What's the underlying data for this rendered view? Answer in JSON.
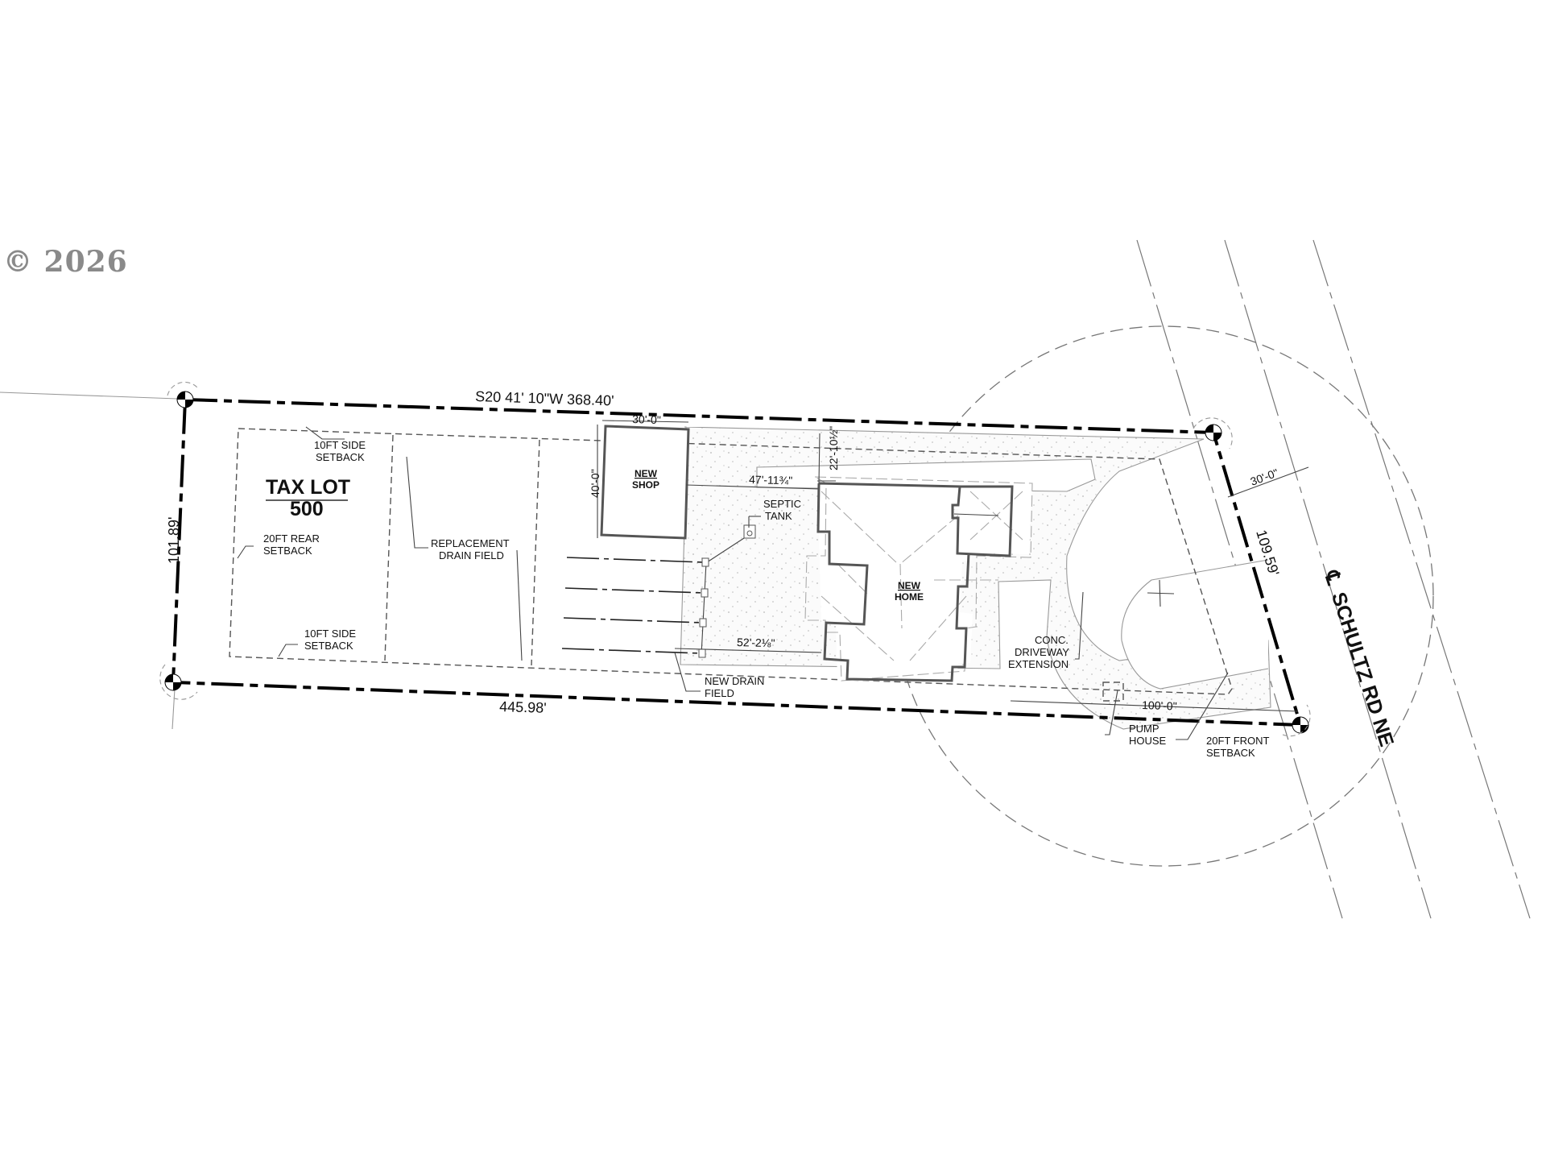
{
  "copyright": "© 2026",
  "tax_lot": {
    "title": "TAX LOT",
    "number": "500"
  },
  "boundaries": {
    "north": "S20 41' 10\"W 368.40'",
    "south": "445.98'",
    "west": "101.89'",
    "east": "109.59'"
  },
  "road": {
    "centerline_symbol": "℄",
    "name": "SCHULTZ RD NE"
  },
  "labels": {
    "side_setback_top_1": "10FT SIDE",
    "side_setback_top_2": "SETBACK",
    "rear_setback_1": "20FT REAR",
    "rear_setback_2": "SETBACK",
    "side_setback_bottom_1": "10FT SIDE",
    "side_setback_bottom_2": "SETBACK",
    "replacement_drain_1": "REPLACEMENT",
    "replacement_drain_2": "DRAIN FIELD",
    "septic_1": "SEPTIC",
    "septic_2": "TANK",
    "new_drain_1": "NEW DRAIN",
    "new_drain_2": "FIELD",
    "driveway_1": "CONC.",
    "driveway_2": "DRIVEWAY",
    "driveway_3": "EXTENSION",
    "pump_1": "PUMP",
    "pump_2": "HOUSE",
    "front_setback_1": "20FT FRONT",
    "front_setback_2": "SETBACK"
  },
  "buildings": {
    "shop_1": "NEW",
    "shop_2": "SHOP",
    "home_1": "NEW",
    "home_2": "HOME"
  },
  "dimensions": {
    "shop_width": "30'-0\"",
    "shop_depth": "40'-0\"",
    "shop_to_home": "47'-11¾\"",
    "home_to_north": "22'-10½\"",
    "drain_to_home": "52'-2⅛\"",
    "road_offset": "30'-0\"",
    "front_offset": "100'-0\""
  }
}
